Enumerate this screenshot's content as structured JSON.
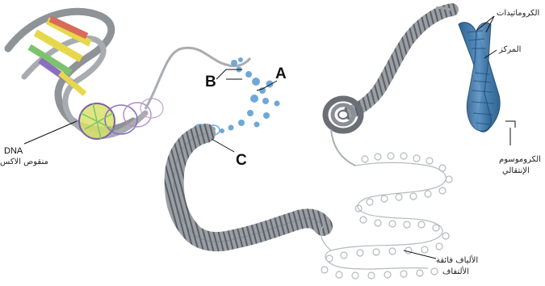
{
  "labels": {
    "dna": "DNA",
    "dna_sub": "منقوص الاكس",
    "a": "A",
    "b": "B",
    "c": "C",
    "chromatids": "الكروماتيدات",
    "centromere": "المركز",
    "metaphase_chromosome_1": "الكروموسوم",
    "metaphase_chromosome_2": "الإنتقالي",
    "looped_fibers_1": "الألياف فائقة",
    "looped_fibers_2": "الألتفاف"
  },
  "colors": {
    "dna_helix": "#9aa0a6",
    "histone": "#6fa8d8",
    "chromosome": "#3f79aa",
    "fiber": "#8a8f95",
    "base_yellow": "#e6d84a",
    "base_green": "#7cc46b",
    "base_purple": "#8b6fbf",
    "base_red": "#d96b5a"
  }
}
